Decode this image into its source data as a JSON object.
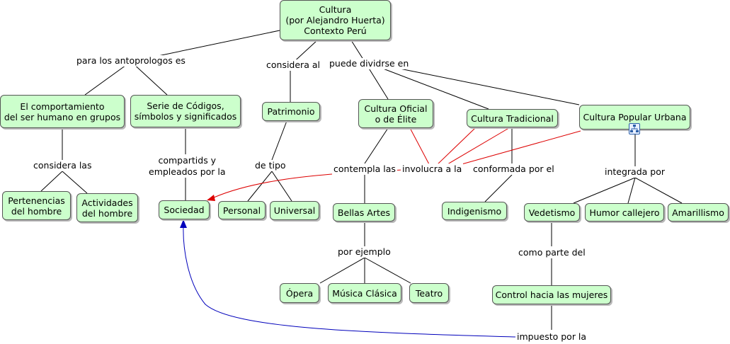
{
  "colors": {
    "node_fill": "#ccffcc",
    "node_border": "#555555",
    "line": "#000000",
    "cross_link_red": "#dd0000",
    "cross_link_blue": "#0000bb"
  },
  "nodes": {
    "cultura": "Cultura\n(por Alejandro Huerta)\nContexto Perú",
    "comportamiento": "El comportamiento\ndel ser humano en grupos",
    "codigos": "Serie de Códigos,\nsímbolos y significados",
    "patrimonio": "Patrimonio",
    "oficial": "Cultura Oficial\no de Élite",
    "tradicional": "Cultura Tradicional",
    "popular": "Cultura Popular Urbana",
    "pertenencias": "Pertenencias\ndel hombre",
    "actividades": "Actividades\ndel hombre",
    "sociedad": "Sociedad",
    "personal": "Personal",
    "universal": "Universal",
    "bellas_artes": "Bellas Artes",
    "indigenismo": "Indigenismo",
    "vedetismo": "Vedetismo",
    "humor": "Humor callejero",
    "amarillismo": "Amarillismo",
    "opera": "Ópera",
    "musica": "Música Clásica",
    "teatro": "Teatro",
    "control": "Control hacia las mujeres"
  },
  "links": {
    "antropologos": "para los antoprologos es",
    "considera_al": "considera al",
    "puede_dividirse": "puede dividrse en",
    "considera_las": "considera las",
    "compartidos": "compartids y\nempleados por la",
    "de_tipo": "de tipo",
    "contempla": "contempla las",
    "involucra": "involucra a la",
    "conformada": "conformada por el",
    "integrada": "integrada por",
    "por_ejemplo": "por ejemplo",
    "como_parte": "como parte del",
    "impuesto": "impuesto por la"
  },
  "icons": {
    "resource": "concept-map-resource-icon"
  }
}
